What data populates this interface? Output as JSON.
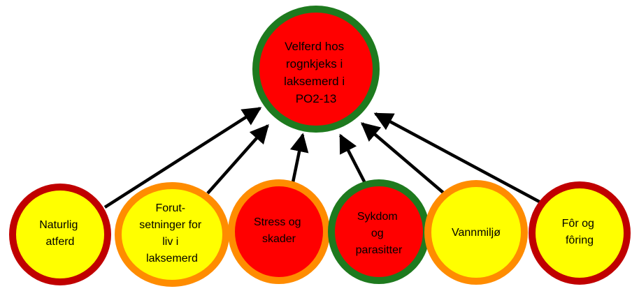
{
  "central": {
    "lines": [
      "Velferd hos",
      "rognkjeks i",
      "laksemerd i",
      "PO2-13"
    ],
    "fill": "#ff0000",
    "border": "#1e7a1e"
  },
  "factors": [
    {
      "id": "naturlig-atferd",
      "lines": [
        "Naturlig",
        "atferd"
      ],
      "fill": "#ffff00",
      "border": "#c00000"
    },
    {
      "id": "forutsetninger",
      "lines": [
        "Forut-",
        "setninger for",
        "liv i",
        "laksemerd"
      ],
      "fill": "#ffff00",
      "border": "#ff8c00"
    },
    {
      "id": "stress-og-skader",
      "lines": [
        "Stress og",
        "skader"
      ],
      "fill": "#ff0000",
      "border": "#ff8c00"
    },
    {
      "id": "sykdom-og-parasitter",
      "lines": [
        "Sykdom",
        "og",
        "parasitter"
      ],
      "fill": "#ff0000",
      "border": "#1e7a1e"
    },
    {
      "id": "vannmiljo",
      "lines": [
        "Vannmiljø"
      ],
      "fill": "#ffff00",
      "border": "#ff8c00"
    },
    {
      "id": "for-og-foring",
      "lines": [
        "Fôr og",
        "fôring"
      ],
      "fill": "#ffff00",
      "border": "#c00000"
    }
  ]
}
